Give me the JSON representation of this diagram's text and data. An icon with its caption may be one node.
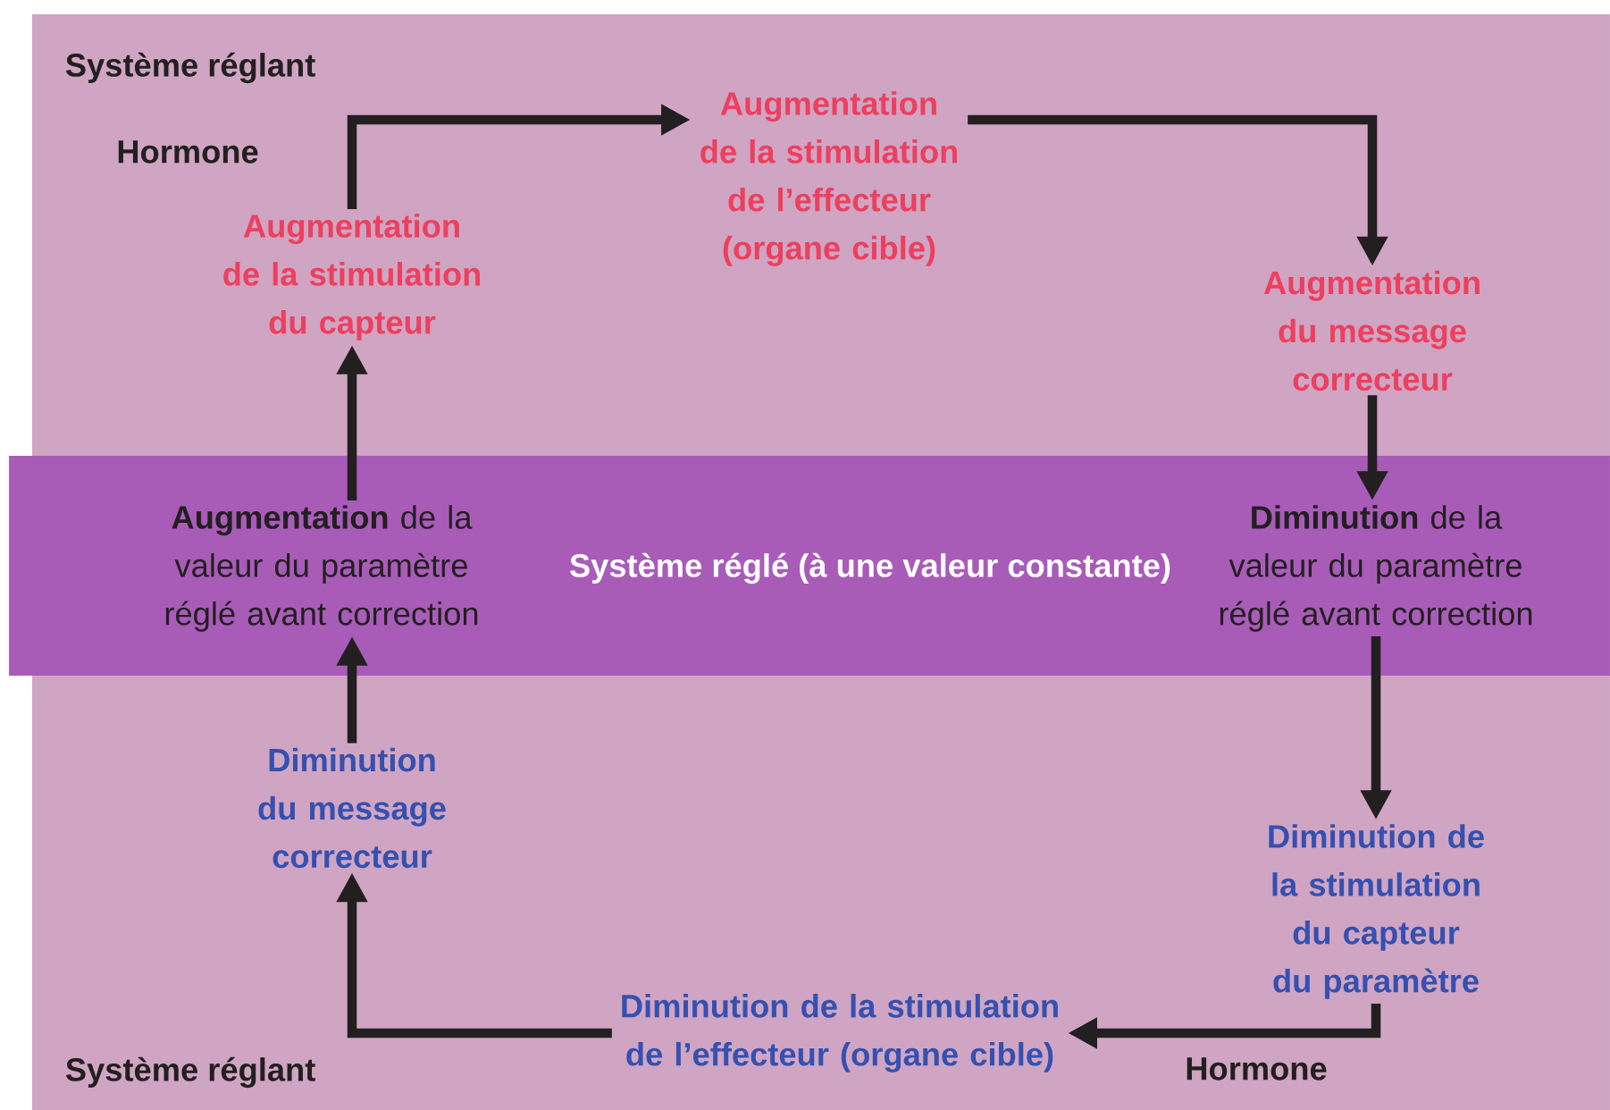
{
  "diagram": {
    "nodes": [
      {
        "text": [
          "Système réglant"
        ]
      },
      {
        "text": [
          "Système réglé (à une valeur constante)"
        ]
      },
      {
        "text": [
          "Système réglant"
        ]
      },
      {
        "text": [
          "Augmentation de la stimulation du capteur"
        ],
        "in": 0
      },
      {
        "text": [
          "Augmentation de la stimulation de l’effecteur (organe cible)"
        ],
        "in": 0
      },
      {
        "text": [
          "Augmentation du message correcteur"
        ],
        "in": 0
      },
      {
        "text": [
          "**Augmentation** de la valeur du paramètre réglé avant correction"
        ],
        "in": 1
      },
      {
        "text": [
          "**Diminution** de la valeur du paramètre réglé avant correction"
        ],
        "in": 1
      },
      {
        "text": [
          "Diminution de la stimulation du capteur du paramètre"
        ],
        "in": 2
      },
      {
        "text": [
          "Diminution de la stimulation de l’effecteur (organe cible)"
        ],
        "in": 2
      },
      {
        "text": [
          "Diminution du message correcteur"
        ],
        "in": 2
      }
    ],
    "edges": [
      {
        "from": 6,
        "to": 3,
        "arrow": "to"
      },
      {
        "from": 3,
        "to": 4,
        "arrow": "to",
        "label": "Hormone"
      },
      {
        "from": 4,
        "to": 5,
        "arrow": "to"
      },
      {
        "from": 5,
        "to": 7,
        "arrow": "to"
      },
      {
        "from": 7,
        "to": 8,
        "arrow": "to"
      },
      {
        "from": 8,
        "to": 9,
        "arrow": "to",
        "label": "Hormone"
      },
      {
        "from": 9,
        "to": 10,
        "arrow": "to"
      },
      {
        "from": 10,
        "to": 6,
        "arrow": "to"
      }
    ]
  }
}
